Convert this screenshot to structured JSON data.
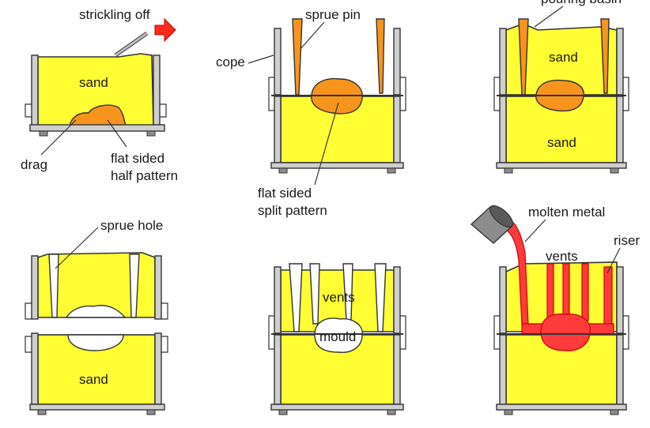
{
  "labels": {
    "strickling_off": "strickling off",
    "sprue_pin": "sprue pin",
    "pouring_basin": "pouring basin",
    "cope": "cope",
    "sand_p1": "sand",
    "drag": "drag",
    "flat_sided_half_pattern_l1": "flat sided",
    "flat_sided_half_pattern_l2": "half pattern",
    "flat_sided_split_pattern_l1": "flat sided",
    "flat_sided_split_pattern_l2": "split pattern",
    "sand_p3_top": "sand",
    "sand_p3_bottom": "sand",
    "sprue_hole": "sprue hole",
    "sand_p4": "sand",
    "vents_p5": "vents",
    "mould": "mould",
    "molten_metal": "molten metal",
    "vents_p6": "vents",
    "riser": "riser"
  },
  "colors": {
    "sand": "#ffff33",
    "pattern": "#f7941d",
    "molten_metal": "#ff3b3b",
    "arrow": "#ff2a1a"
  }
}
